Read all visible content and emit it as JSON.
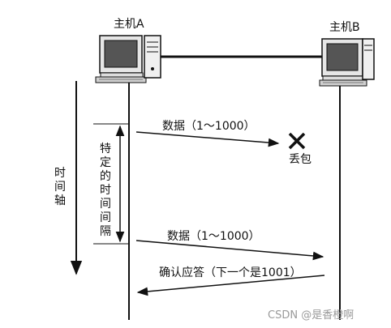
{
  "hosts": {
    "a": {
      "label": "主机A"
    },
    "b": {
      "label": "主机B"
    }
  },
  "time_axis_label": "时间轴",
  "interval_label": "特定的时间间隔",
  "messages": [
    {
      "text": "数据（1～1000）",
      "direction": "a-to-b",
      "lost": true
    },
    {
      "text": "数据（1～1000）",
      "direction": "a-to-b",
      "lost": false
    },
    {
      "text": "确认应答（下一个是1001）",
      "direction": "b-to-a",
      "lost": false
    }
  ],
  "lost_label": "丢包",
  "watermark": "CSDN @是香橙啊"
}
